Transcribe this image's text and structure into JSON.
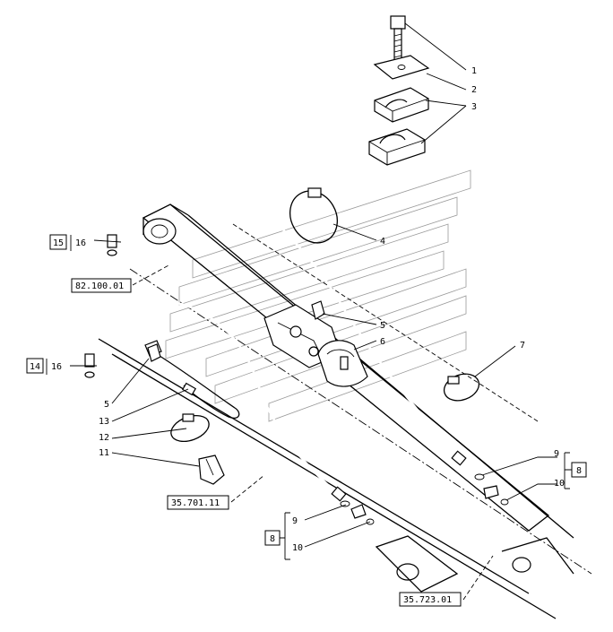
{
  "callouts": [
    "1",
    "2",
    "3",
    "4",
    "5",
    "6",
    "7",
    "9",
    "10",
    "5",
    "13",
    "12",
    "11",
    "9",
    "10"
  ],
  "boxed_numbers": {
    "b15": "15",
    "b14": "14",
    "b8a": "8",
    "b8b": "8"
  },
  "side_labels": {
    "s16a": "16",
    "s16b": "16"
  },
  "references": {
    "r1": "82.100.01",
    "r2": "35.701.11",
    "r3": "35.723.01"
  }
}
